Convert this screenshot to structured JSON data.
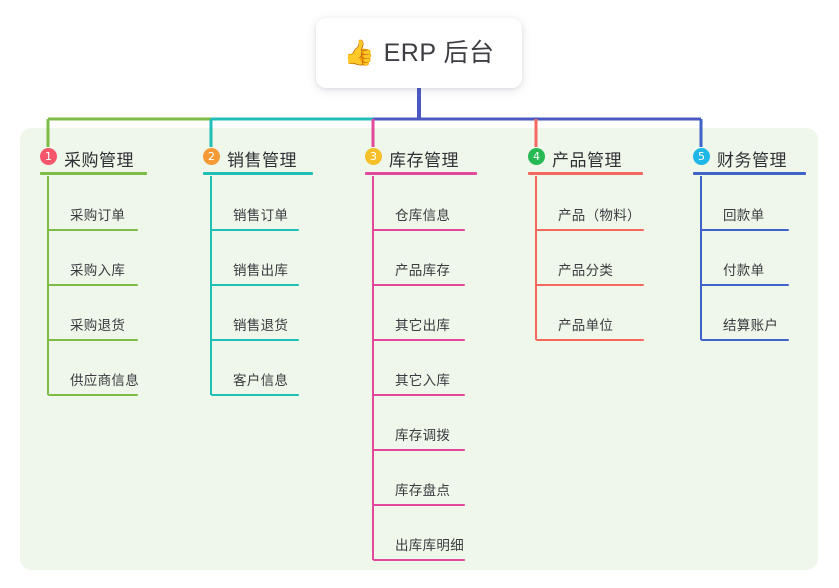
{
  "title": {
    "emoji": "👍",
    "emoji_name": "thumbs-up-icon",
    "text": "ERP 后台"
  },
  "theme": {
    "panel_bg": "#eef7e9",
    "page_bg": "#ffffff",
    "card_bg": "#ffffff",
    "root_connector": "#4a5ac2",
    "text": "#3a3a40"
  },
  "columns": [
    {
      "index": "1",
      "badge_color": "#f4566b",
      "line_color": "#7dbc46",
      "title": "采购管理",
      "items": [
        {
          "label": "采购订单"
        },
        {
          "label": "采购入库"
        },
        {
          "label": "采购退货"
        },
        {
          "label": "供应商信息"
        }
      ]
    },
    {
      "index": "2",
      "badge_color": "#f59a35",
      "line_color": "#1fbfb8",
      "title": "销售管理",
      "items": [
        {
          "label": "销售订单"
        },
        {
          "label": "销售出库"
        },
        {
          "label": "销售退货"
        },
        {
          "label": "客户信息"
        }
      ]
    },
    {
      "index": "3",
      "badge_color": "#f5c02a",
      "line_color": "#e2489c",
      "title": "库存管理",
      "items": [
        {
          "label": "仓库信息"
        },
        {
          "label": "产品库存"
        },
        {
          "label": "其它出库"
        },
        {
          "label": "其它入库"
        },
        {
          "label": "库存调拨"
        },
        {
          "label": "库存盘点"
        },
        {
          "label": "出库库明细"
        }
      ]
    },
    {
      "index": "4",
      "badge_color": "#27ba54",
      "line_color": "#f4685e",
      "title": "产品管理",
      "items": [
        {
          "label": "产品（物料）"
        },
        {
          "label": "产品分类"
        },
        {
          "label": "产品单位"
        }
      ]
    },
    {
      "index": "5",
      "badge_color": "#1eb7e8",
      "line_color": "#3f63c9",
      "title": "财务管理",
      "items": [
        {
          "label": "回款单"
        },
        {
          "label": "付款单"
        },
        {
          "label": "结算账户"
        }
      ]
    }
  ]
}
